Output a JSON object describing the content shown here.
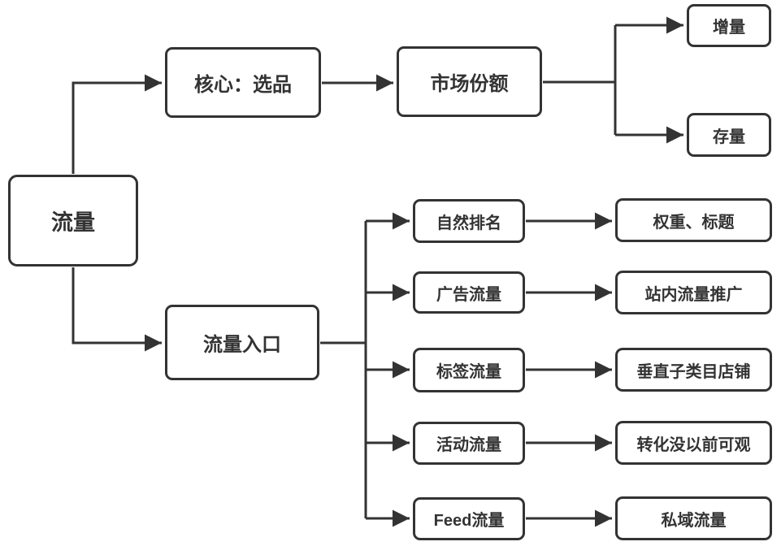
{
  "diagram": {
    "background": "#ffffff",
    "stroke_color": "#333333",
    "node_fill": "#ffffff",
    "node_border_color": "#333333",
    "nodes": {
      "root": {
        "label": "流量"
      },
      "core_selection": {
        "label": "核心：选品"
      },
      "market_share": {
        "label": "市场份额"
      },
      "increment": {
        "label": "增量"
      },
      "stock": {
        "label": "存量"
      },
      "traffic_entry": {
        "label": "流量入口"
      },
      "natural_ranking": {
        "label": "自然排名"
      },
      "ad_traffic": {
        "label": "广告流量"
      },
      "tag_traffic": {
        "label": "标签流量"
      },
      "activity_traffic": {
        "label": "活动流量"
      },
      "feed_traffic": {
        "label": "Feed流量"
      },
      "weight_title": {
        "label": "权重、标题"
      },
      "onsite_promotion": {
        "label": "站内流量推广"
      },
      "vertical_subcategory_store": {
        "label": "垂直子类目店铺"
      },
      "conversion_remark": {
        "label": "转化没以前可观"
      },
      "private_domain_traffic": {
        "label": "私域流量"
      }
    },
    "edges": [
      {
        "from": "流量",
        "to": "核心：选品"
      },
      {
        "from": "流量",
        "to": "流量入口"
      },
      {
        "from": "核心：选品",
        "to": "市场份额"
      },
      {
        "from": "市场份额",
        "to": "增量"
      },
      {
        "from": "市场份额",
        "to": "存量"
      },
      {
        "from": "流量入口",
        "to": "自然排名"
      },
      {
        "from": "流量入口",
        "to": "广告流量"
      },
      {
        "from": "流量入口",
        "to": "标签流量"
      },
      {
        "from": "流量入口",
        "to": "活动流量"
      },
      {
        "from": "流量入口",
        "to": "Feed流量"
      },
      {
        "from": "自然排名",
        "to": "权重、标题"
      },
      {
        "from": "广告流量",
        "to": "站内流量推广"
      },
      {
        "from": "标签流量",
        "to": "垂直子类目店铺"
      },
      {
        "from": "活动流量",
        "to": "转化没以前可观"
      },
      {
        "from": "Feed流量",
        "to": "私域流量"
      }
    ]
  }
}
